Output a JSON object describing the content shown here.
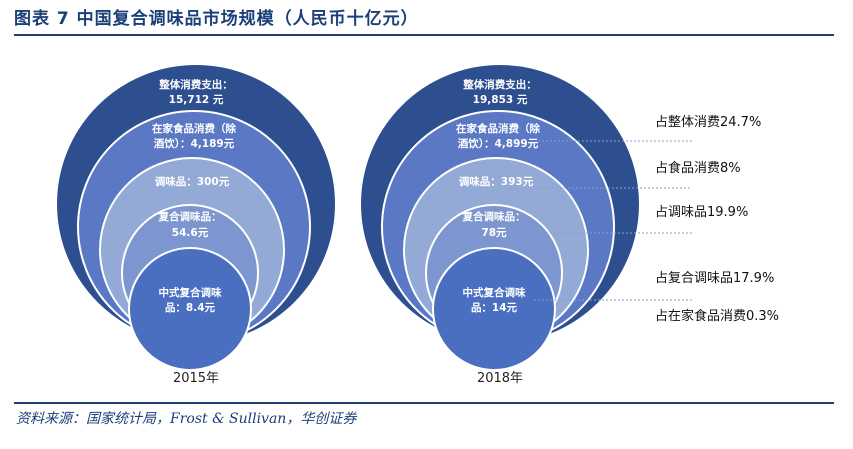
{
  "header": {
    "title": "图表 7   中国复合调味品市场规模（人民币十亿元）"
  },
  "source": "资料来源：国家统计局，Frost & Sullivan，华创证券",
  "colors": {
    "ring1": "#2d4f90",
    "ring2": "#5a78c4",
    "ring3": "#93a9d6",
    "ring4": "#7d96cf",
    "ring5": "#4a6fc0",
    "title": "#1c3f7a",
    "leader": "#7fa3cf"
  },
  "chart_data": {
    "type": "nested-circles",
    "title": "中国复合调味品市场规模（人民币十亿元）",
    "unit": "人民币十亿元",
    "levels": [
      "整体消费支出",
      "在家食品消费（除酒饮）",
      "调味品",
      "复合调味品",
      "中式复合调味品"
    ],
    "panels": [
      {
        "year_label": "2015年",
        "values": [
          15712,
          4189,
          300,
          54.6,
          8.4
        ],
        "labels": [
          [
            "整体消费支出：",
            "15,712 元"
          ],
          [
            "在家食品消费（除",
            "酒饮）：4,189元"
          ],
          [
            "调味品：300元"
          ],
          [
            "复合调味品：",
            "54.6元"
          ],
          [
            "中式复合调味",
            "品：8.4元"
          ]
        ]
      },
      {
        "year_label": "2018年",
        "values": [
          19853,
          4899,
          393,
          78,
          14
        ],
        "labels": [
          [
            "整体消费支出：",
            "19,853 元"
          ],
          [
            "在家食品消费（除",
            "酒饮）：4,899元"
          ],
          [
            "调味品：393元"
          ],
          [
            "复合调味品：",
            "78元"
          ],
          [
            "中式复合调味",
            "品：14元"
          ]
        ]
      }
    ],
    "annotations": [
      {
        "text": "占整体消费24.7%",
        "level": 1
      },
      {
        "text": "占食品消费8%",
        "level": 2
      },
      {
        "text": "占调味品19.9%",
        "level": 3
      },
      {
        "text": "占复合调味品17.9%",
        "level": 4
      },
      {
        "text": "占在家食品消费0.3%",
        "level": 4
      }
    ]
  }
}
